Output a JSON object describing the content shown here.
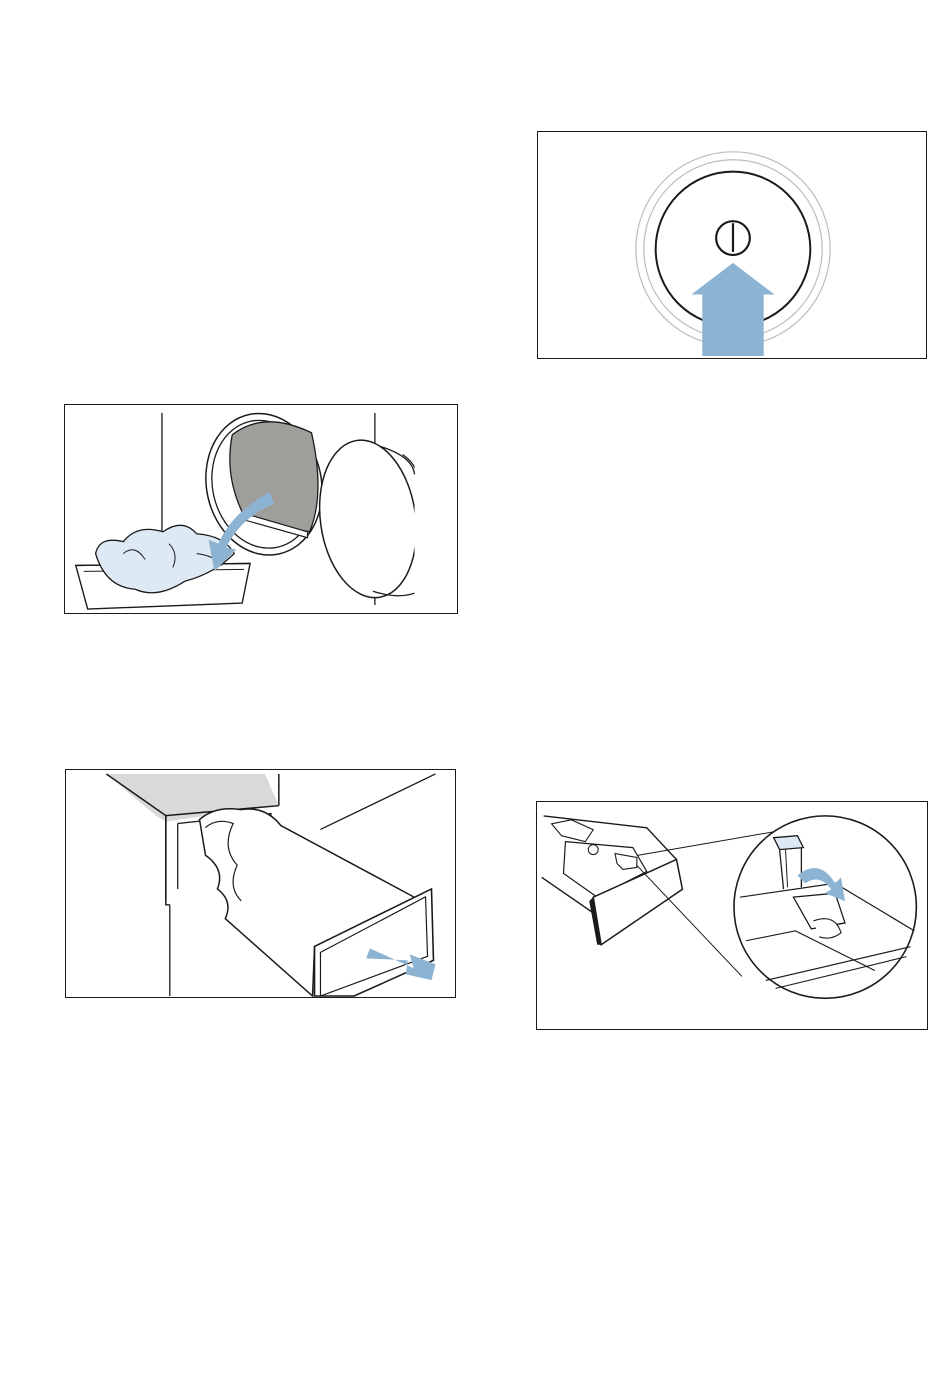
{
  "page": {
    "background": "#ffffff"
  },
  "colors": {
    "line": "#1a1a1a",
    "arrow": "#8db3d3",
    "laundry_fill": "#dde9f4",
    "drum_fill": "#a09e9b",
    "surface_gray": "#d9d9d9"
  },
  "figures": [
    {
      "id": "power-button",
      "icon": "power-icon",
      "arrow": "arrow-up-icon"
    },
    {
      "id": "load-laundry",
      "icon": "laundry-basket-icon",
      "arrow": "curved-arrow-icon"
    },
    {
      "id": "pull-drawer",
      "icon": "detergent-drawer-icon",
      "arrow": "arrow-right-icon"
    },
    {
      "id": "dispenser-insert",
      "icon": "dispenser-flap-icon",
      "arrow": "curved-arrow-up-icon"
    }
  ]
}
